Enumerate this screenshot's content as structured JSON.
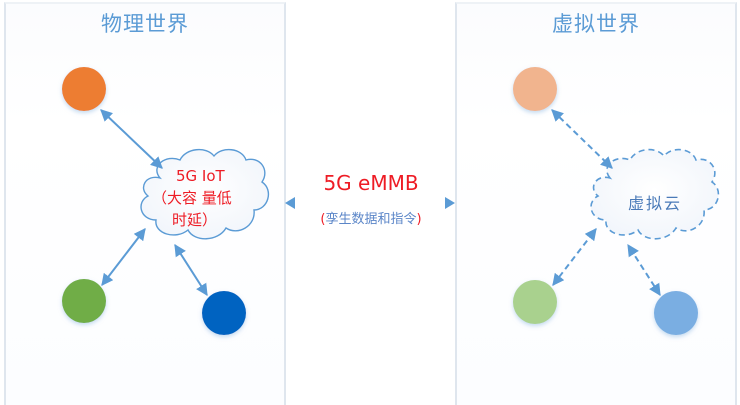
{
  "left_panel": {
    "title": "物理世界",
    "cloud": {
      "line1": "5G IoT",
      "line2": "（大容 量低",
      "line3": "时延）"
    },
    "nodes": [
      {
        "name": "orange-node",
        "color": "#ed7d31"
      },
      {
        "name": "green-node",
        "color": "#70ad47"
      },
      {
        "name": "blue-node",
        "color": "#0563c1"
      }
    ],
    "connector_style": "solid",
    "connector_color": "#5b9bd5"
  },
  "center": {
    "main_label": "5G eMMB",
    "sub_open": "(",
    "sub_label": "孪生数据和指令",
    "sub_close": ")",
    "arrow_color": "#5b9bd5",
    "main_color": "#ee1c25",
    "sub_color": "#5b86c8"
  },
  "right_panel": {
    "title": "虚拟世界",
    "cloud": {
      "label": "虚拟云"
    },
    "nodes": [
      {
        "name": "light-orange-node",
        "color": "#f1b48e"
      },
      {
        "name": "light-green-node",
        "color": "#a9d18e"
      },
      {
        "name": "light-blue-node",
        "color": "#7aaee2"
      }
    ],
    "connector_style": "dashed",
    "connector_color": "#5b9bd5"
  },
  "colors": {
    "title": "#5b9bd5",
    "panel_border": "#dfe6ee",
    "cloud_stroke": "#5b9bd5"
  }
}
